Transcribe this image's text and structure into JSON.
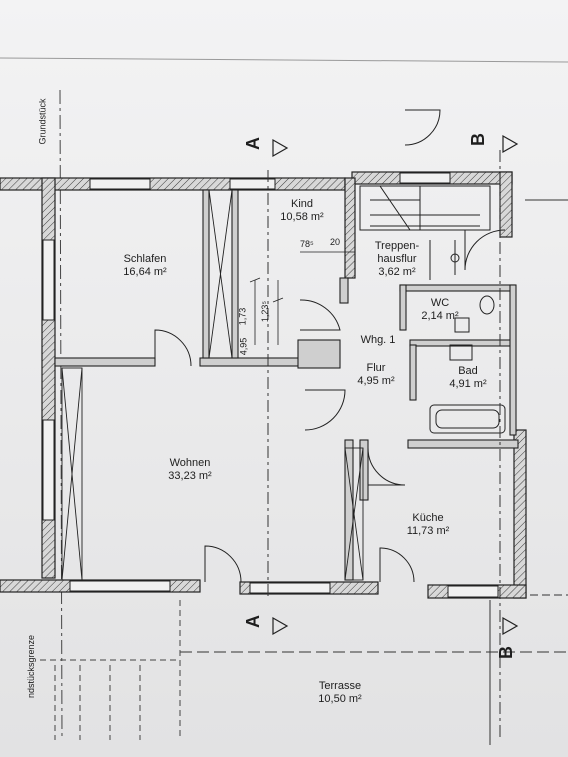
{
  "plan": {
    "unit_label": "Whg. 1",
    "rooms": [
      {
        "name": "Schlafen",
        "area": "16,64 m²"
      },
      {
        "name": "Kind",
        "area": "10,58 m²"
      },
      {
        "name": "Treppen-",
        "name2": "hausflur",
        "area": "3,62 m²"
      },
      {
        "name": "WC",
        "area": "2,14 m²"
      },
      {
        "name": "Bad",
        "area": "4,91 m²"
      },
      {
        "name": "Flur",
        "area": "4,95 m²"
      },
      {
        "name": "Wohnen",
        "area": "33,23 m²"
      },
      {
        "name": "Küche",
        "area": "11,73 m²"
      },
      {
        "name": "Terrasse",
        "area": "10,50 m²"
      }
    ],
    "dimensions": [
      "78⁵",
      "20",
      "1,73",
      "1,23⁵",
      "4,95"
    ],
    "section_marks": [
      "A",
      "A",
      "B",
      "B"
    ],
    "boundary_labels": [
      "Grundstück",
      "ndstücksgrenze"
    ],
    "colors": {
      "paper": "#ecedee",
      "wall_fill": "#c9c9c9",
      "line": "#2a2a2a"
    }
  }
}
